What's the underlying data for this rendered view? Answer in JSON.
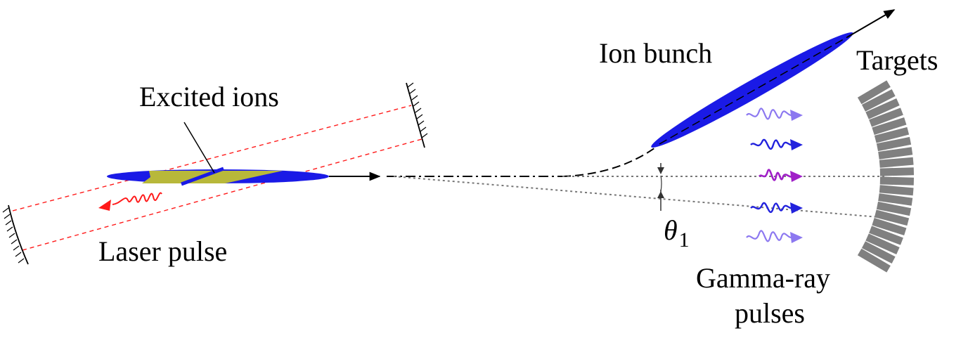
{
  "labels": {
    "excited_ions": "Excited ions",
    "laser_pulse": "Laser pulse",
    "ion_bunch": "Ion bunch",
    "targets": "Targets",
    "gamma_line1": "Gamma-ray",
    "gamma_line2": "pulses",
    "theta_symbol": "θ",
    "theta_subscript": "1"
  },
  "colors": {
    "ion_blue": "#1a1ae6",
    "excited_yellow": "#b8b83a",
    "laser_red": "#ff1a1a",
    "gamma_light": "#8c78f0",
    "gamma_dark": "#2222dd",
    "gamma_purple": "#a020c8",
    "target_gray": "#808080"
  },
  "diagram": {
    "target_segments": 20,
    "gamma_pulses": [
      {
        "name": "gamma-pulse-top-light",
        "color_key": "gamma_light"
      },
      {
        "name": "gamma-pulse-upper-dark",
        "color_key": "gamma_dark"
      },
      {
        "name": "gamma-pulse-center-purple",
        "color_key": "gamma_purple"
      },
      {
        "name": "gamma-pulse-lower-dark",
        "color_key": "gamma_dark"
      },
      {
        "name": "gamma-pulse-bottom-light",
        "color_key": "gamma_light"
      }
    ]
  }
}
